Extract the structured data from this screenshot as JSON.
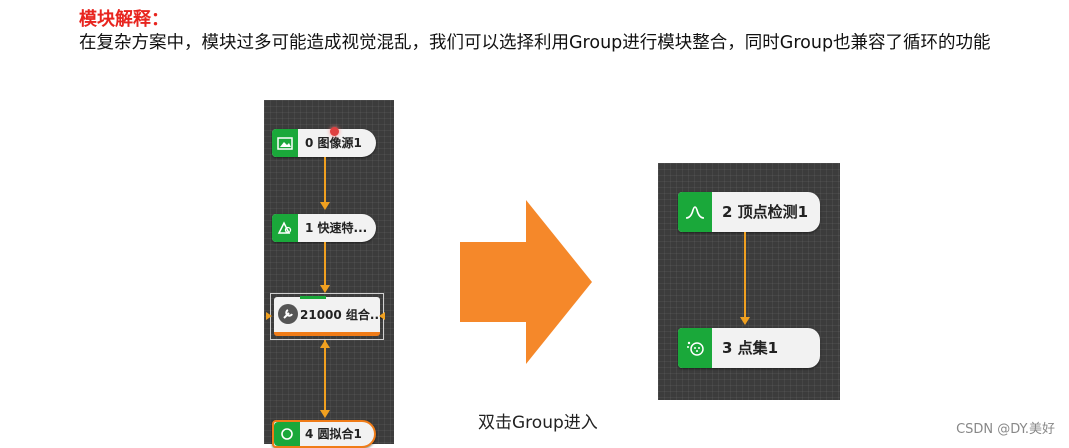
{
  "heading": "模块解释：",
  "paragraph": "在复杂方案中，模块过多可能造成视觉混乱，我们可以选择利用Group进行模块整合，同时Group也兼容了循环的功能",
  "left_flow": {
    "nodes": [
      {
        "label": "0 图像源1",
        "icon": "image-icon"
      },
      {
        "label": "1 快速特...",
        "icon": "feature-match-icon"
      },
      {
        "label": "21000 组合...",
        "icon": "wrench-icon"
      },
      {
        "label": "4 圆拟合1",
        "icon": "circle-fit-icon"
      }
    ]
  },
  "right_flow": {
    "nodes": [
      {
        "label": "2 顶点检测1",
        "icon": "peak-detect-icon"
      },
      {
        "label": "3 点集1",
        "icon": "point-set-icon"
      }
    ]
  },
  "caption": "双击Group进入",
  "watermark": "CSDN @DY.美好",
  "colors": {
    "heading": "#e8251f",
    "node_green": "#1aa83a",
    "connector": "#f0a020",
    "big_arrow": "#f5882a",
    "panel_bg": "#3c3c3c"
  }
}
